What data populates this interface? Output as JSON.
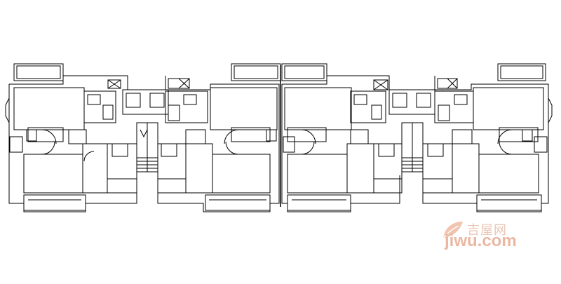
{
  "plan": {
    "kind": "architectural-floor-plan",
    "units": 4,
    "mirrored_units": true,
    "line_color": "#000000",
    "background": "#ffffff"
  },
  "watermark": {
    "logo_icon": "leaf-logo-icon",
    "cn_text": "吉屋网",
    "en_text": "jiwu.com",
    "color": "#e6b49e"
  }
}
